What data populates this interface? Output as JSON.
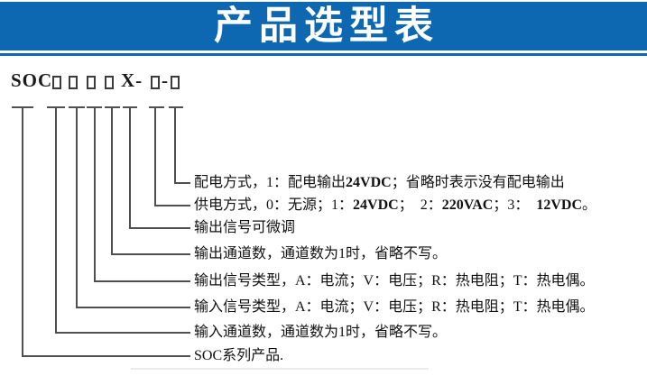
{
  "header": {
    "title": "产品选型表"
  },
  "model_code": {
    "display": "SOC-□□□□X-□-□",
    "prefix": "SOC-",
    "mid": "X-",
    "separator": "-"
  },
  "rows": [
    {
      "id": "power-distribution",
      "segs": {
        "a": "配电方式，1：配电输出",
        "b": "24VDC",
        "c": "；省略时表示没有配电输出"
      }
    },
    {
      "id": "power-supply",
      "segs": {
        "a": "供电方式，0：无源；1：",
        "b": "24VDC",
        "c": "；  2：",
        "d": "220VAC",
        "e": "；3：  ",
        "f": "12VDC",
        "g": "。"
      }
    },
    {
      "id": "output-trim",
      "text": "输出信号可微调"
    },
    {
      "id": "output-channels",
      "text": "输出通道数，通道数为1时，省略不写。"
    },
    {
      "id": "output-signal-type",
      "text": "输出信号类型，A：电流；V：电压；R：热电阻；T：热电偶。"
    },
    {
      "id": "input-signal-type",
      "text": "输入信号类型，A：电流；V：电压；R：热电阻；T：热电偶。"
    },
    {
      "id": "input-channels",
      "text": "输入通道数，通道数为1时，省略不写。"
    },
    {
      "id": "series",
      "text": "SOC系列产品."
    }
  ],
  "colors": {
    "header_bg": "#0d68b1",
    "header_text": "#ffffff",
    "connector": "#4f4f4f",
    "text": "#111111"
  }
}
